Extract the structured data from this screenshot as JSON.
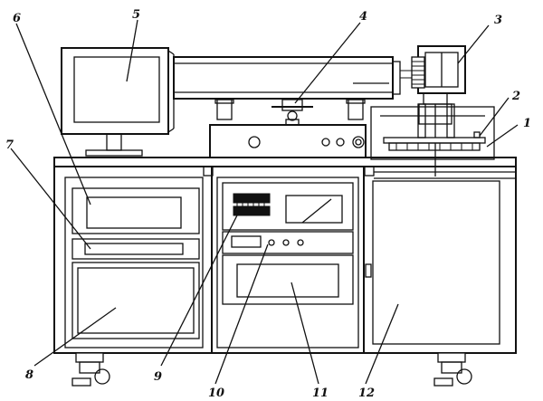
{
  "figure": {
    "callouts": [
      {
        "id": "1",
        "label": "1"
      },
      {
        "id": "2",
        "label": "2"
      },
      {
        "id": "3",
        "label": "3"
      },
      {
        "id": "4",
        "label": "4"
      },
      {
        "id": "5",
        "label": "5"
      },
      {
        "id": "6",
        "label": "6"
      },
      {
        "id": "7",
        "label": "7"
      },
      {
        "id": "8",
        "label": "8"
      },
      {
        "id": "9",
        "label": "9"
      },
      {
        "id": "10",
        "label": "10"
      },
      {
        "id": "11",
        "label": "11"
      },
      {
        "id": "12",
        "label": "12"
      }
    ]
  }
}
